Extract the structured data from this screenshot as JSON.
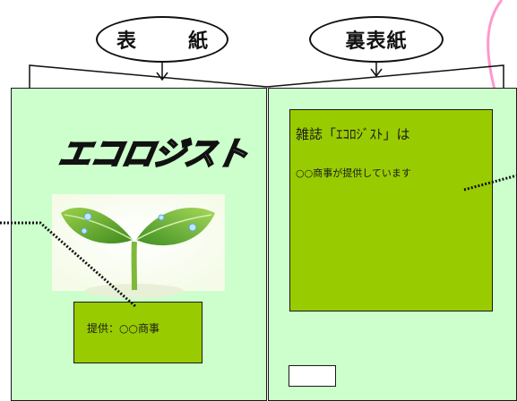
{
  "callouts": {
    "front": "表　紙",
    "back": "裏表紙"
  },
  "cover": {
    "logo_text": "エコロジスト",
    "image": "seedling-image",
    "credit": "提供：○○商事"
  },
  "back_cover": {
    "title": "雑誌「ｴｺﾛｼﾞｽﾄ」は",
    "subtitle": "○○商事が提供しています"
  },
  "colors": {
    "panel": "#ccffcc",
    "box": "#99cc00",
    "line": "#111111",
    "arc": "#ff99cc"
  }
}
